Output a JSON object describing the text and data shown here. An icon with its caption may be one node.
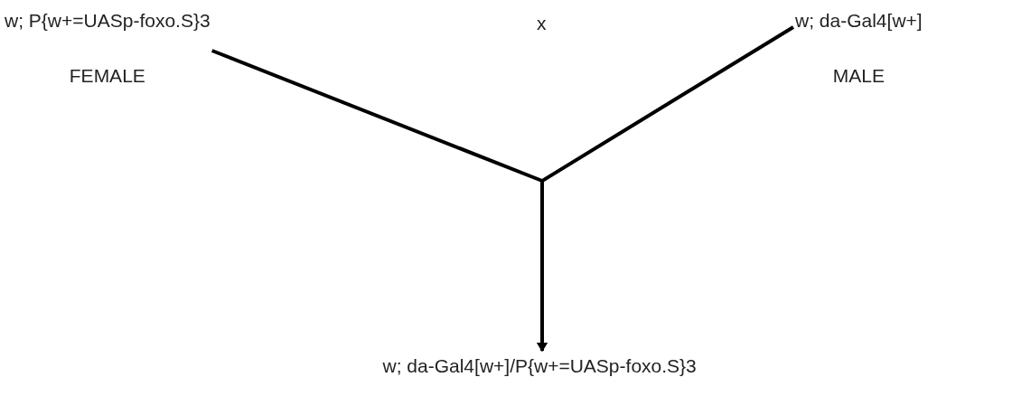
{
  "diagram": {
    "nodes": [
      {
        "text": [
          "w; P{w+=UASp-foxo.S}3"
        ],
        "beside": [
          "FEMALE"
        ]
      },
      {
        "text": [
          "w; da-Gal4[w+]"
        ],
        "beside": [
          "MALE"
        ]
      },
      {
        "text": [
          "w; da-Gal4[w+]/P{w+=UASp-foxo.S}3"
        ]
      }
    ],
    "edges": [
      {
        "from": 0,
        "to": 2,
        "arrow": "to"
      },
      {
        "from": 1,
        "to": 2,
        "arrow": "to"
      }
    ],
    "labels": [
      "x"
    ]
  }
}
